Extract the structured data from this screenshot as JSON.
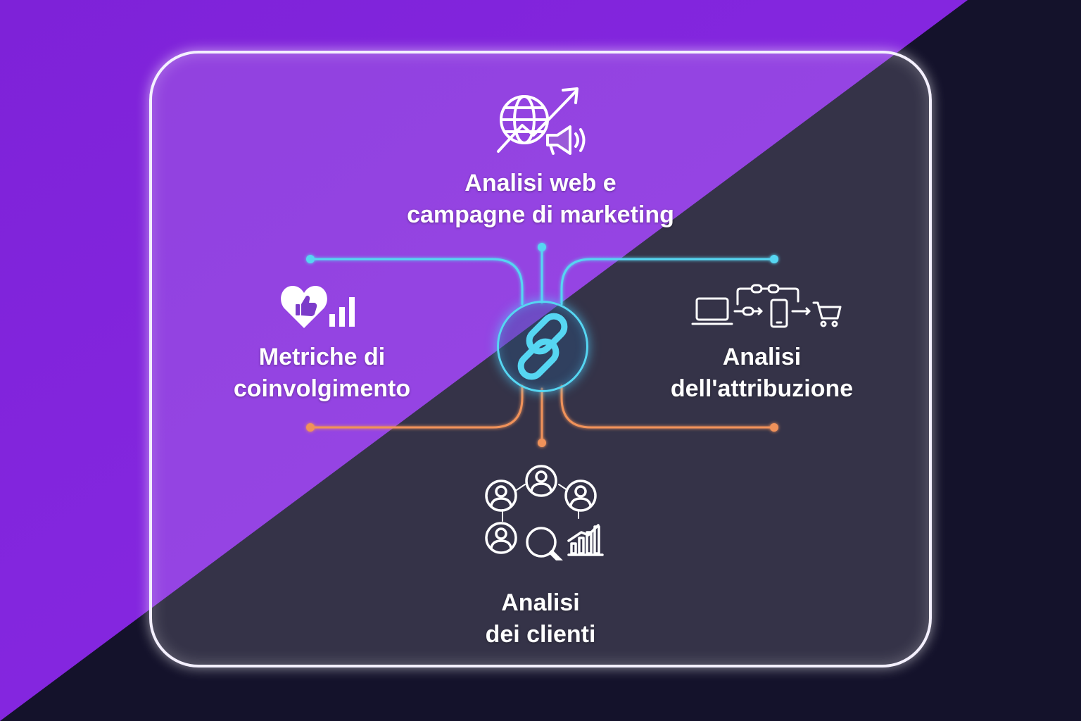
{
  "nodes": {
    "top": {
      "line1": "Analisi web e",
      "line2": "campagne di marketing",
      "icon": "globe-growth-megaphone-icon"
    },
    "left": {
      "line1": "Metriche di",
      "line2": "coinvolgimento",
      "icon": "heart-like-bar-chart-icon"
    },
    "right": {
      "line1": "Analisi",
      "line2": "dell'attribuzione",
      "icon": "laptop-phone-cart-chain-icon"
    },
    "bottom": {
      "line1": "Analisi",
      "line2": "dei clienti",
      "icon": "customers-search-chart-icon"
    }
  },
  "hub": {
    "icon": "chain-link-icon"
  },
  "colors": {
    "purple": "#8a2be2",
    "dark": "#14122b",
    "cyan": "#56d6f2",
    "orange": "#f0925a",
    "white": "#ffffff"
  }
}
